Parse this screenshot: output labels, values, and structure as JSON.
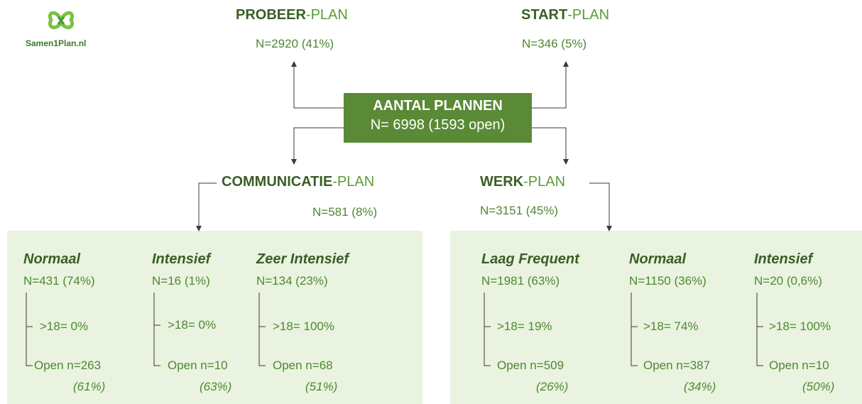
{
  "logo": {
    "text": "Samen1Plan.nl"
  },
  "center": {
    "title": "AANTAL PLANNEN",
    "count": "N= 6998 (1593 open)"
  },
  "probeer": {
    "bold": "PROBEER",
    "suffix": "-PLAN",
    "count": "N=2920 (41%)"
  },
  "start": {
    "bold": "START",
    "suffix": "-PLAN",
    "count": "N=346 (5%)"
  },
  "communicatie": {
    "bold": "COMMUNICATIE",
    "suffix": "-PLAN",
    "count": "N=581 (8%)",
    "groups": [
      {
        "name": "Normaal",
        "n": "N=431 (74%)",
        "age": ">18= 0%",
        "open": "Open n=263",
        "pct": "(61%)"
      },
      {
        "name": "Intensief",
        "n": "N=16 (1%)",
        "age": ">18= 0%",
        "open": "Open n=10",
        "pct": "(63%)"
      },
      {
        "name": "Zeer Intensief",
        "n": "N=134 (23%)",
        "age": ">18= 100%",
        "open": "Open n=68",
        "pct": "(51%)"
      }
    ]
  },
  "werk": {
    "bold": "WERK",
    "suffix": "-PLAN",
    "count": "N=3151 (45%)",
    "groups": [
      {
        "name": "Laag Frequent",
        "n": "N=1981 (63%)",
        "age": ">18= 19%",
        "open": "Open n=509",
        "pct": "(26%)"
      },
      {
        "name": "Normaal",
        "n": "N=1150 (36%)",
        "age": ">18= 74%",
        "open": "Open n=387",
        "pct": "(34%)"
      },
      {
        "name": "Intensief",
        "n": "N=20 (0,6%)",
        "age": ">18= 100%",
        "open": "Open n=10",
        "pct": "(50%)"
      }
    ]
  }
}
